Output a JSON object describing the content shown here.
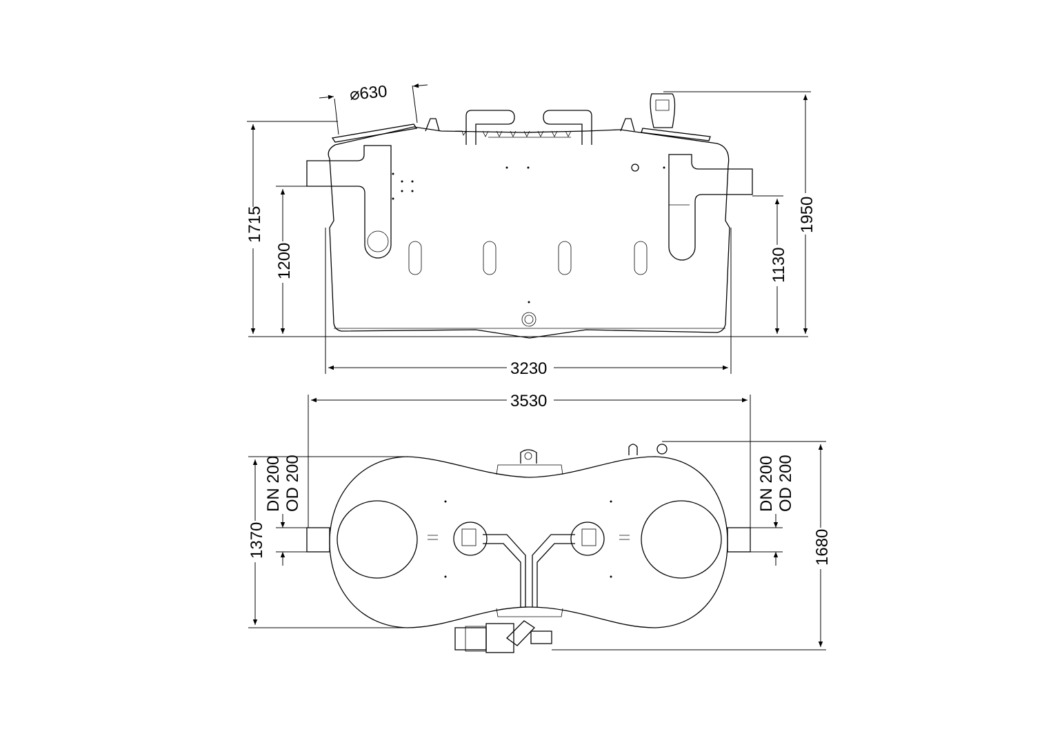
{
  "drawing": {
    "side_view": {
      "manhole_diameter": "⌀630",
      "height_total_left": "1715",
      "inlet_height": "1200",
      "outlet_height": "1130",
      "height_total_right": "1950",
      "width": "3230"
    },
    "top_view": {
      "overall_width": "3530",
      "body_depth": "1370",
      "overall_depth": "1680",
      "inlet_dn": "DN 200",
      "inlet_od": "OD 200",
      "outlet_dn": "DN 200",
      "outlet_od": "OD 200"
    }
  }
}
